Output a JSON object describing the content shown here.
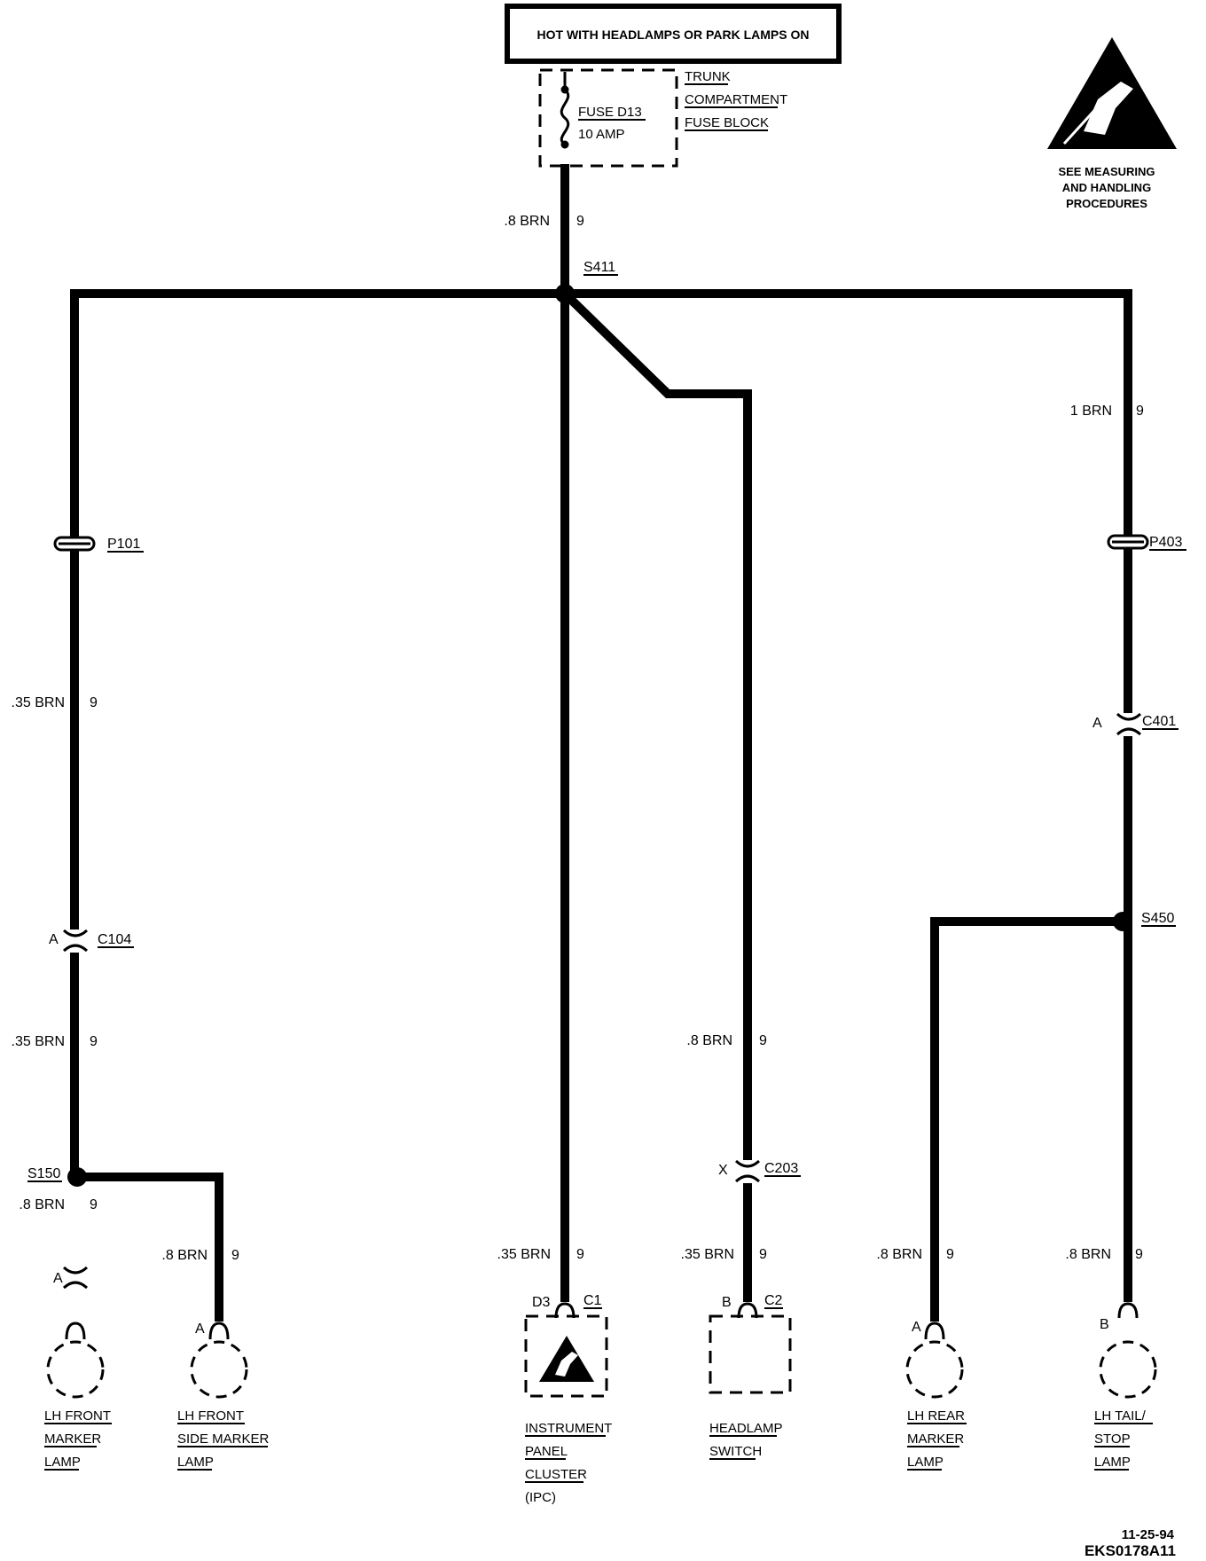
{
  "header": "HOT WITH HEADLAMPS OR PARK LAMPS ON",
  "fuse": {
    "name": "FUSE D13",
    "rating": "10 AMP"
  },
  "fuse_block": [
    "TRUNK",
    "COMPARTMENT",
    "FUSE BLOCK"
  ],
  "esd_note": [
    "SEE MEASURING",
    "AND HANDLING",
    "PROCEDURES"
  ],
  "splices": {
    "s411": "S411",
    "s150": "S150",
    "s450": "S450"
  },
  "passthrough": {
    "p101": "P101",
    "p403": "P403"
  },
  "connectors": {
    "c104": "C104",
    "c104_pin": "A",
    "c401": "C401",
    "c401_pin": "A",
    "c203": "C203",
    "c203_pin": "X",
    "front_marker_pin": "A",
    "side_marker_pin": "A",
    "ipc_pin": "D3",
    "ipc_conn": "C1",
    "hl_pin": "B",
    "hl_conn": "C2",
    "rear_marker_pin": "A",
    "tail_pin": "B"
  },
  "wires": {
    "fuse_out": {
      "gauge": ".8 BRN",
      "circuit": "9"
    },
    "right_trunk": {
      "gauge": "1 BRN",
      "circuit": "9"
    },
    "left_upper": {
      "gauge": ".35 BRN",
      "circuit": "9"
    },
    "left_mid": {
      "gauge": ".35 BRN",
      "circuit": "9"
    },
    "left_low": {
      "gauge": ".8 BRN",
      "circuit": "9"
    },
    "side_marker": {
      "gauge": ".8 BRN",
      "circuit": "9"
    },
    "ipc": {
      "gauge": ".35 BRN",
      "circuit": "9"
    },
    "hl_upper": {
      "gauge": ".8 BRN",
      "circuit": "9"
    },
    "hl_lower": {
      "gauge": ".35 BRN",
      "circuit": "9"
    },
    "rear_marker": {
      "gauge": ".8 BRN",
      "circuit": "9"
    },
    "tail": {
      "gauge": ".8 BRN",
      "circuit": "9"
    }
  },
  "components": {
    "front_marker": [
      "LH FRONT",
      "MARKER",
      "LAMP"
    ],
    "side_marker": [
      "LH FRONT",
      "SIDE MARKER",
      "LAMP"
    ],
    "ipc": [
      "INSTRUMENT",
      "PANEL",
      "CLUSTER",
      "(IPC)"
    ],
    "headlamp_switch": [
      "HEADLAMP",
      "SWITCH"
    ],
    "rear_marker": [
      "LH REAR",
      "MARKER",
      "LAMP"
    ],
    "tail_stop": [
      "LH TAIL/",
      "STOP",
      "LAMP"
    ]
  },
  "footer": {
    "date": "11-25-94",
    "code": "EKS0178A11"
  }
}
